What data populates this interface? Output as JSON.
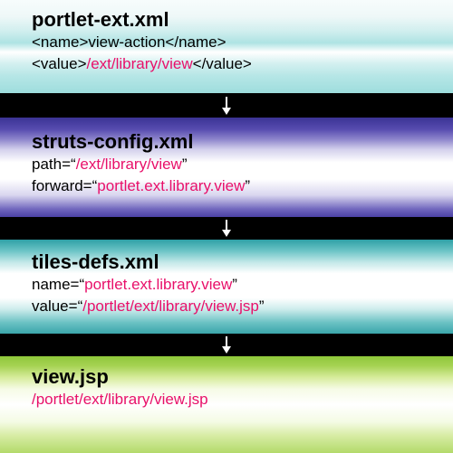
{
  "panels": [
    {
      "title": "portlet-ext.xml",
      "lines": [
        {
          "prefix": "<name>view-action</name>",
          "highlight": "",
          "suffix": ""
        },
        {
          "prefix": "<value>",
          "highlight": "/ext/library/view",
          "suffix": "</value>"
        }
      ]
    },
    {
      "title": "struts-config.xml",
      "lines": [
        {
          "prefix": "path=“",
          "highlight": "/ext/library/view",
          "suffix": "”"
        },
        {
          "prefix": "forward=“",
          "highlight": "portlet.ext.library.view",
          "suffix": "”"
        }
      ]
    },
    {
      "title": "tiles-defs.xml",
      "lines": [
        {
          "prefix": "name=“",
          "highlight": "portlet.ext.library.view",
          "suffix": "”"
        },
        {
          "prefix": "value=“",
          "highlight": "/portlet/ext/library/view.jsp",
          "suffix": "”"
        }
      ]
    },
    {
      "title": "view.jsp",
      "lines": [
        {
          "prefix": "",
          "highlight": "/portlet/ext/library/view.jsp",
          "suffix": ""
        }
      ]
    }
  ],
  "colors": {
    "highlight": "#e8106a",
    "connector_background": "#000000",
    "arrow": "#ffffff"
  }
}
